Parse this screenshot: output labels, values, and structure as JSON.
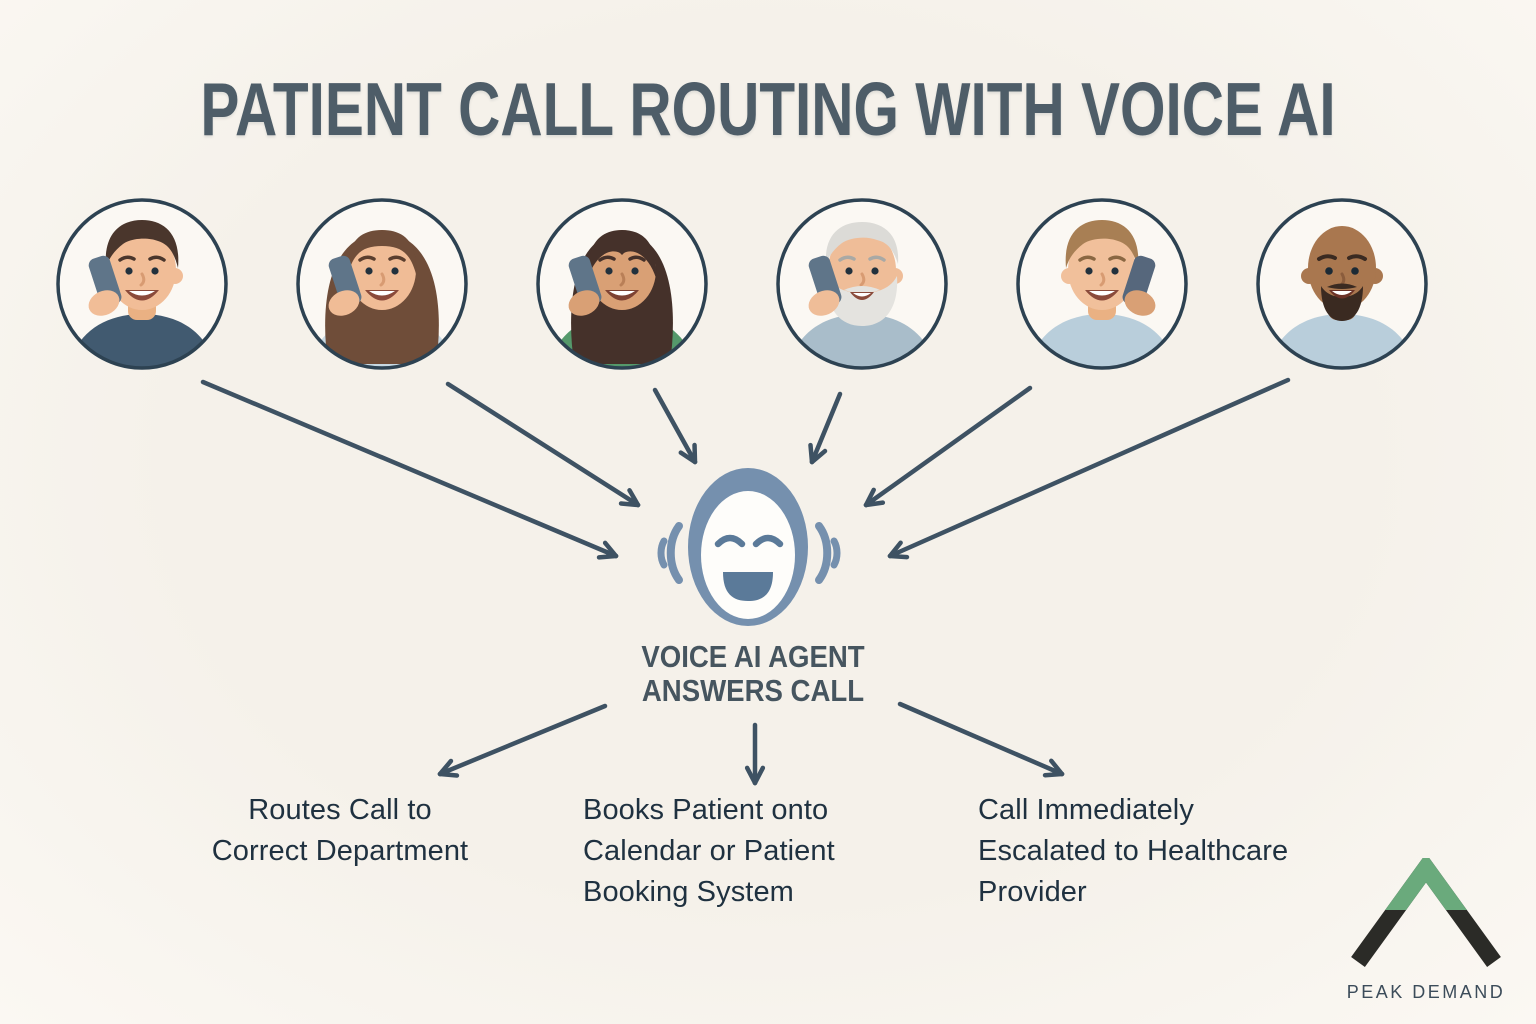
{
  "title": "PATIENT CALL ROUTING WITH VOICE AI",
  "callers": [
    {
      "id": "caller-1",
      "description": "Young man with short dark brown hair talking on phone, dark blue shirt"
    },
    {
      "id": "caller-2",
      "description": "Woman with long wavy brown hair talking on phone, light blue top"
    },
    {
      "id": "caller-3",
      "description": "Woman with long straight dark hair talking on phone, green top"
    },
    {
      "id": "caller-4",
      "description": "Older man with white hair and beard talking on phone, grey-blue shirt"
    },
    {
      "id": "caller-5",
      "description": "Man with light brown hair talking on phone, light blue shirt"
    },
    {
      "id": "caller-6",
      "description": "Bald man with goatee smiling, light blue shirt"
    }
  ],
  "agent": {
    "icon": "voice-ai-face-icon",
    "label_line1": "VOICE AI AGENT",
    "label_line2": "ANSWERS CALL"
  },
  "outcomes": [
    {
      "lines": [
        "Routes Call to",
        "Correct Department",
        ""
      ]
    },
    {
      "lines": [
        "Books Patient onto",
        "Calendar or Patient",
        "Booking System"
      ]
    },
    {
      "lines": [
        "Call Immediately",
        "Escalated to Healthcare",
        "Provider"
      ]
    }
  ],
  "branding": {
    "logo_icon": "peak-demand-chevron-icon",
    "name": "PEAK DEMAND",
    "logo_green": "#6aaa7c",
    "logo_black": "#2b2b27"
  },
  "colors": {
    "background": "#f7f3ed",
    "title_text": "#4e5d68",
    "body_text": "#1f3140",
    "arrow": "#3e5263",
    "agent_blue": "#7590ae",
    "agent_feature_blue": "#5b7a99",
    "avatar_ring": "#2d4252"
  }
}
